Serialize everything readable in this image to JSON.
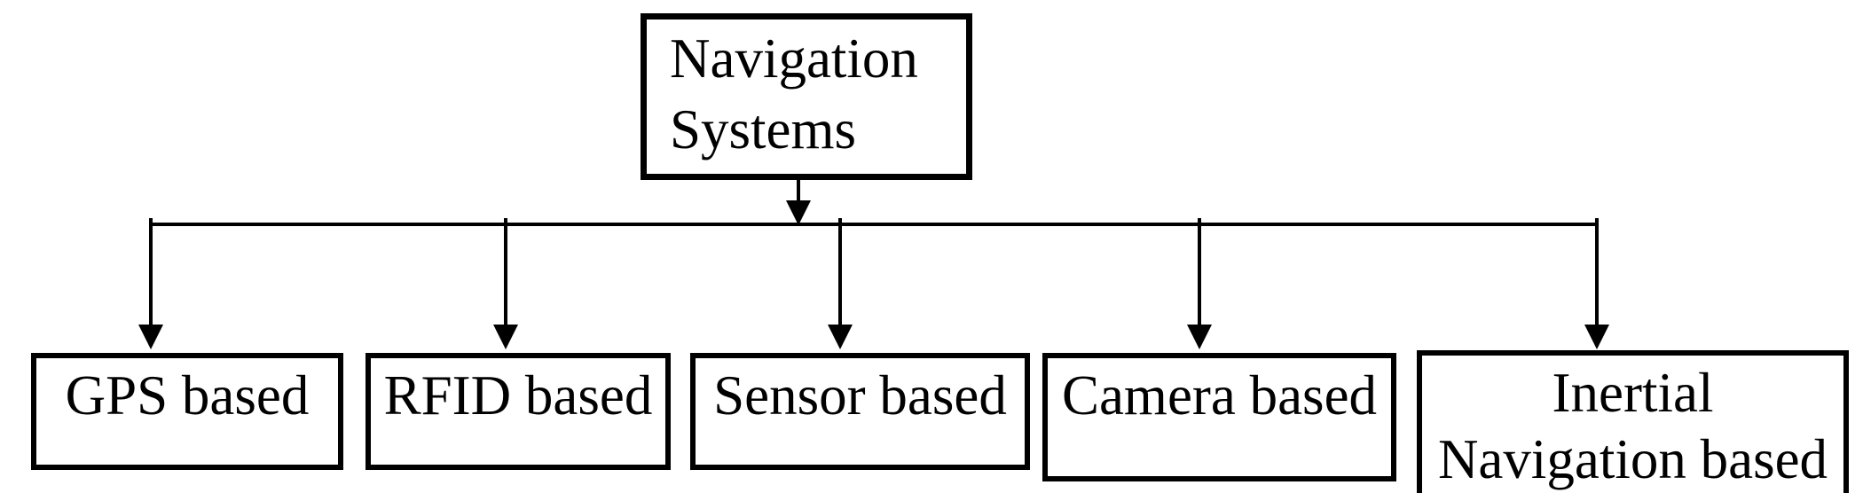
{
  "diagram": {
    "type": "tree",
    "background_color": "#ffffff",
    "line_color": "#000000",
    "text_color": "#000000",
    "root": {
      "id": "navigation-systems",
      "label": "Navigation Systems",
      "lines": [
        "Navigation",
        "Systems"
      ]
    },
    "children": [
      {
        "id": "gps-based",
        "label": "GPS based",
        "lines": [
          "GPS based"
        ]
      },
      {
        "id": "rfid-based",
        "label": "RFID based",
        "lines": [
          "RFID based"
        ]
      },
      {
        "id": "sensor-based",
        "label": "Sensor based",
        "lines": [
          "Sensor based"
        ]
      },
      {
        "id": "camera-based",
        "label": "Camera based",
        "lines": [
          "Camera based"
        ]
      },
      {
        "id": "inertial-navigation-based",
        "label": "Inertial Navigation based",
        "lines": [
          "Inertial",
          "Navigation based"
        ]
      }
    ],
    "edges": [
      {
        "from": "Navigation Systems",
        "to": "GPS based"
      },
      {
        "from": "Navigation Systems",
        "to": "RFID based"
      },
      {
        "from": "Navigation Systems",
        "to": "Sensor based"
      },
      {
        "from": "Navigation Systems",
        "to": "Camera based"
      },
      {
        "from": "Navigation Systems",
        "to": "Inertial Navigation based"
      }
    ]
  }
}
